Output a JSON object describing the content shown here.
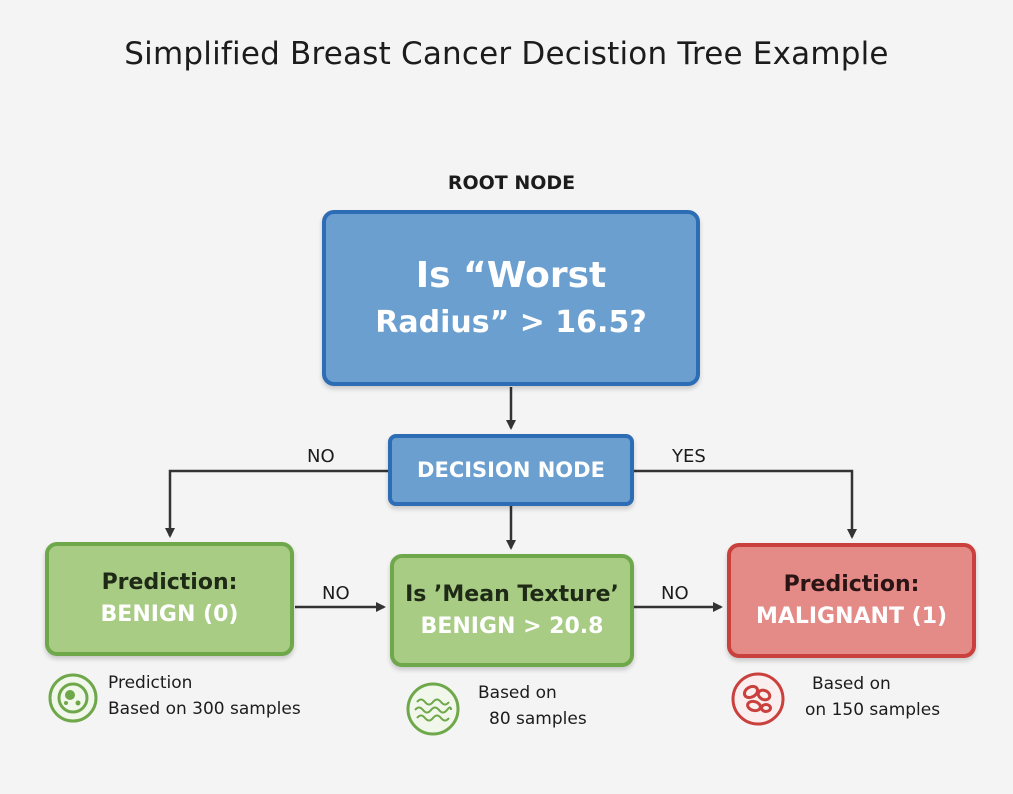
{
  "title": "Simplified Breast Cancer Decistion Tree Example",
  "root": {
    "label": "ROOT NODE",
    "line1": "Is  “Worst",
    "line2": "Radius” > 16.5?"
  },
  "decision_node": {
    "label": "DECISION NODE"
  },
  "edges": {
    "left_no": "NO",
    "right_yes": "YES",
    "mid_no_left": "NO",
    "mid_no_right": "NO"
  },
  "left_leaf": {
    "line1": "Prediction:",
    "line2": "BENIGN (0)",
    "caption1": "Prediction",
    "caption2": "Based on 300 samples",
    "icon": "cell-icon"
  },
  "middle_node": {
    "line1": "Is ’Mean Texture’",
    "line2": "BENIGN > 20.8",
    "caption1": "Based on",
    "caption2": "80 samples",
    "icon": "texture-icon"
  },
  "right_leaf": {
    "line1": "Prediction:",
    "line2": "MALIGNANT (1)",
    "caption1": "Based on",
    "caption2": "on 150 samples",
    "icon": "malignant-cell-icon"
  },
  "colors": {
    "blue_fill": "#6a9fcf",
    "blue_border": "#2d6db5",
    "green_fill": "#a8cc84",
    "green_border": "#6fa84a",
    "red_fill": "#e48a87",
    "red_border": "#c9403c"
  }
}
